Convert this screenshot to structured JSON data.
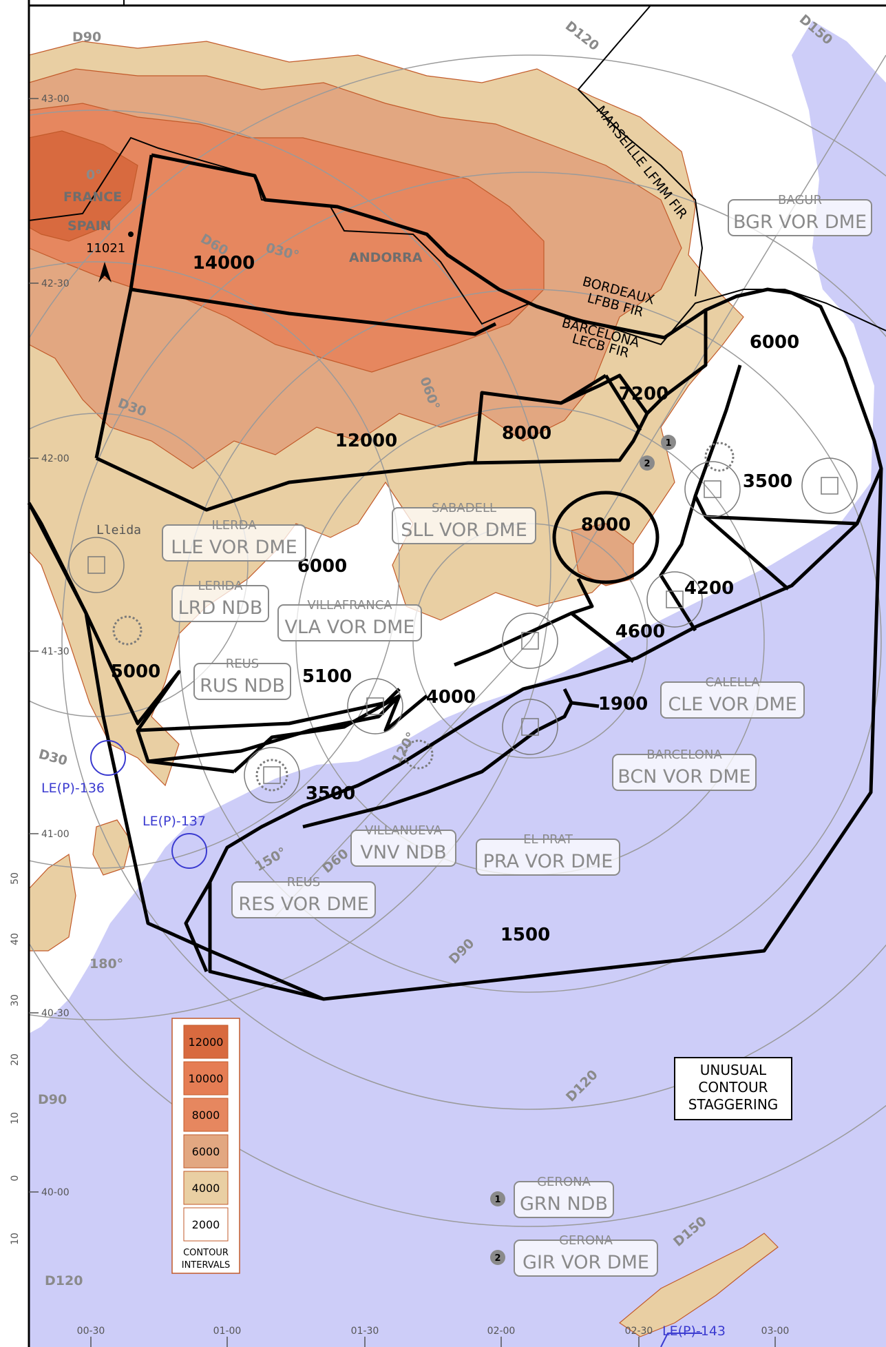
{
  "colors": {
    "sea": "#cdcdf8",
    "land_low": "#ffffff",
    "band_2000": "#e9cfa3",
    "band_4000": "#e2a781",
    "band_6000": "#e6875f",
    "band_8000": "#e57d54",
    "band_12000": "#d86a3f",
    "contour_line": "#c25a2a",
    "sector_line": "#000000",
    "navaid_gray": "#8a8a8a",
    "restricted_blue": "#3a3ad0"
  },
  "sectors": [
    {
      "label": "14000"
    },
    {
      "label": "12000"
    },
    {
      "label": "8000"
    },
    {
      "label": "7200"
    },
    {
      "label": "6000"
    },
    {
      "label": "3500"
    },
    {
      "label": "8000"
    },
    {
      "label": "6000"
    },
    {
      "label": "4200"
    },
    {
      "label": "4600"
    },
    {
      "label": "5000"
    },
    {
      "label": "5100"
    },
    {
      "label": "4000"
    },
    {
      "label": "1900"
    },
    {
      "label": "3500"
    },
    {
      "label": "1500"
    }
  ],
  "range_rings": [
    {
      "label": "D90"
    },
    {
      "label": "D120"
    },
    {
      "label": "D150"
    },
    {
      "label": "D60"
    },
    {
      "label": "D30"
    },
    {
      "label": "D30"
    },
    {
      "label": "D60"
    },
    {
      "label": "D90"
    },
    {
      "label": "D90"
    },
    {
      "label": "D120"
    },
    {
      "label": "D150"
    },
    {
      "label": "D120"
    }
  ],
  "bearings": [
    {
      "label": "030°"
    },
    {
      "label": "060°"
    },
    {
      "label": "120°"
    },
    {
      "label": "150°"
    },
    {
      "label": "180°"
    },
    {
      "label": "0°"
    }
  ],
  "navaids": [
    {
      "name": "BAGUR",
      "type": "BGR VOR DME"
    },
    {
      "name": "SABADELL",
      "type": "SLL VOR DME"
    },
    {
      "name": "ILERDA",
      "type": "LLE VOR DME"
    },
    {
      "name": "LERIDA",
      "type": "LRD NDB"
    },
    {
      "name": "VILLAFRANCA",
      "type": "VLA VOR DME"
    },
    {
      "name": "REUS",
      "type": "RUS NDB"
    },
    {
      "name": "CALELLA",
      "type": "CLE VOR DME"
    },
    {
      "name": "BARCELONA",
      "type": "BCN VOR DME"
    },
    {
      "name": "VILLANUEVA",
      "type": "VNV NDB"
    },
    {
      "name": "EL PRAT",
      "type": "PRA VOR DME"
    },
    {
      "name": "REUS",
      "type": "RES VOR DME"
    },
    {
      "name": "GERONA",
      "type": "GRN NDB",
      "marker": "1"
    },
    {
      "name": "GERONA",
      "type": "GIR VOR DME",
      "marker": "2"
    }
  ],
  "markers": [
    "1",
    "2"
  ],
  "fir_labels": {
    "marseille": "MARSEILLE LFMM FIR",
    "bordeaux_1": "BORDEAUX",
    "bordeaux_2": "LFBB FIR",
    "barcelona_1": "BARCELONA",
    "barcelona_2": "LECB FIR"
  },
  "geo": {
    "france": "FRANCE",
    "spain": "SPAIN",
    "andorra": "ANDORRA",
    "lleida": "Lleida",
    "peak": "11021"
  },
  "restricted": [
    "LE(P)-136",
    "LE(P)-137",
    "LE(P)-143"
  ],
  "grid": {
    "lat": [
      "43-00",
      "42-30",
      "42-00",
      "41-30",
      "41-00",
      "40-30",
      "40-00"
    ],
    "lon": [
      "00-30",
      "01-00",
      "01-30",
      "02-00",
      "02-30",
      "03-00"
    ],
    "scale": [
      "50",
      "40",
      "30",
      "20",
      "10",
      "0",
      "10"
    ]
  },
  "legend": {
    "bands": [
      "12000",
      "10000",
      "8000",
      "6000",
      "4000",
      "2000"
    ],
    "caption_1": "CONTOUR",
    "caption_2": "INTERVALS"
  },
  "note": {
    "line_1": "UNUSUAL",
    "line_2": "CONTOUR",
    "line_3": "STAGGERING"
  }
}
